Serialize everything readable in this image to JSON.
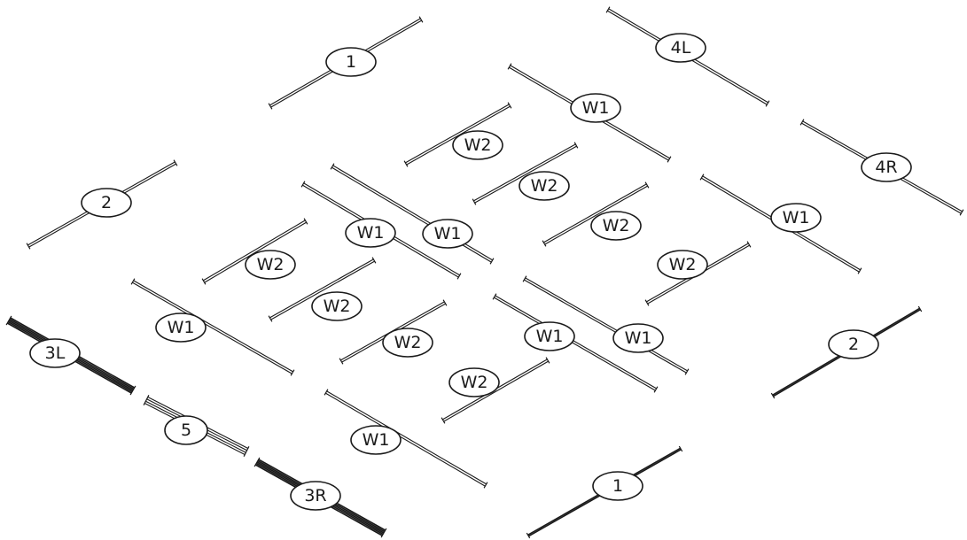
{
  "diagram": {
    "background": "#ffffff",
    "line_color": "#1a1a1a",
    "dark_part_color": "#1a1a1a",
    "parts": [
      {
        "id": "part-1-top",
        "label": "1"
      },
      {
        "id": "part-4L",
        "label": "4L"
      },
      {
        "id": "part-W1-a",
        "label": "W1"
      },
      {
        "id": "part-W2-a",
        "label": "W2"
      },
      {
        "id": "part-4R",
        "label": "4R"
      },
      {
        "id": "part-2-left",
        "label": "2"
      },
      {
        "id": "part-W2-b",
        "label": "W2"
      },
      {
        "id": "part-W1-b",
        "label": "W1"
      },
      {
        "id": "part-W1-c",
        "label": "W1"
      },
      {
        "id": "part-W1-d",
        "label": "W1"
      },
      {
        "id": "part-W2-c",
        "label": "W2"
      },
      {
        "id": "part-W2-d",
        "label": "W2"
      },
      {
        "id": "part-W2-e",
        "label": "W2"
      },
      {
        "id": "part-W2-f",
        "label": "W2"
      },
      {
        "id": "part-W1-e",
        "label": "W1"
      },
      {
        "id": "part-3L",
        "label": "3L"
      },
      {
        "id": "part-W2-g",
        "label": "W2"
      },
      {
        "id": "part-W1-f",
        "label": "W1"
      },
      {
        "id": "part-W1-g",
        "label": "W1"
      },
      {
        "id": "part-2-right",
        "label": "2"
      },
      {
        "id": "part-W2-h",
        "label": "W2"
      },
      {
        "id": "part-5",
        "label": "5"
      },
      {
        "id": "part-W1-h",
        "label": "W1"
      },
      {
        "id": "part-3R",
        "label": "3R"
      },
      {
        "id": "part-1-bottom",
        "label": "1"
      }
    ]
  }
}
